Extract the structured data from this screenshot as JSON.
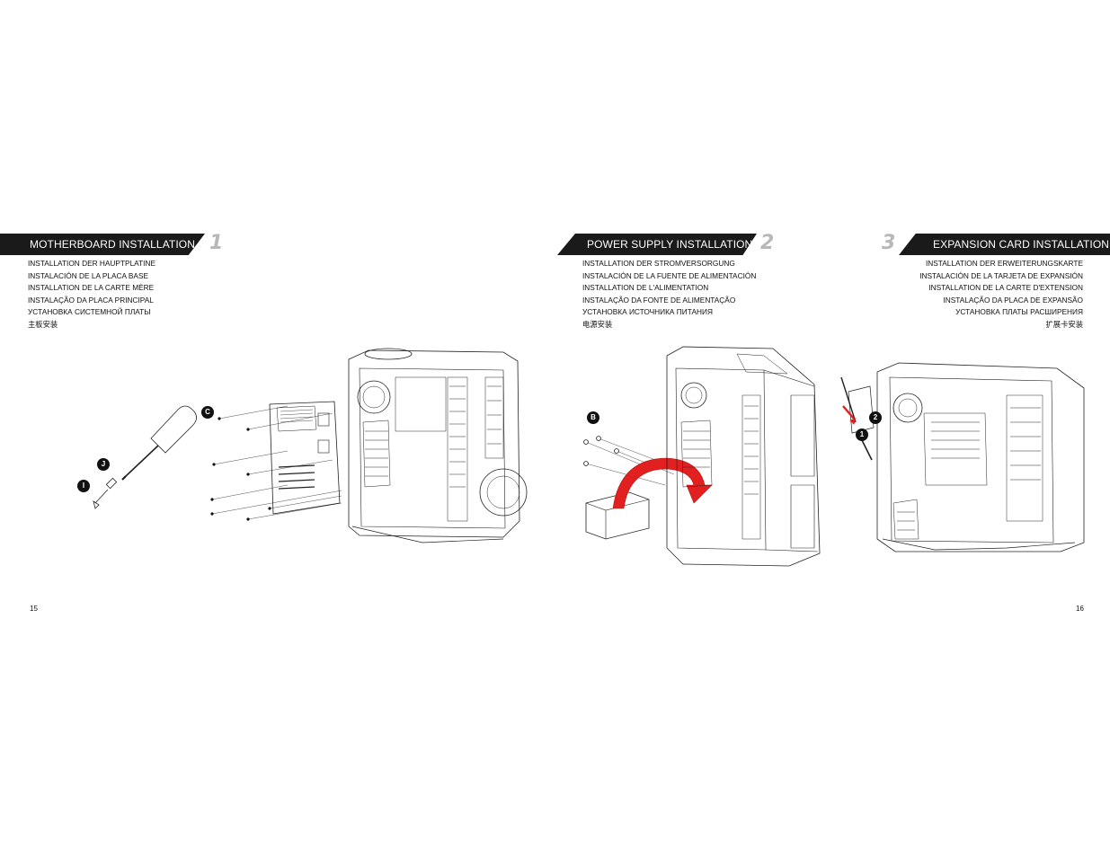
{
  "sections": [
    {
      "title": "MOTHERBOARD INSTALLATION",
      "step": "1",
      "languages": [
        "INSTALLATION DER HAUPTPLATINE",
        "INSTALACIÓN DE LA PLACA BASE",
        "INSTALLATION DE LA CARTE MÈRE",
        "INSTALAÇÃO DA PLACA PRINCIPAL",
        "УСТАНОВКА СИСТЕМНОЙ ПЛАТЫ",
        "主板安装"
      ]
    },
    {
      "title": "POWER SUPPLY INSTALLATION",
      "step": "2",
      "languages": [
        "INSTALLATION DER STROMVERSORGUNG",
        "INSTALACIÓN DE LA FUENTE DE ALIMENTACIÓN",
        "INSTALLATION DE L'ALIMENTATION",
        "INSTALAÇÃO DA FONTE DE ALIMENTAÇÃO",
        "УСТАНОВКА ИСТОЧНИКА ПИТАНИЯ",
        "电源安装"
      ]
    },
    {
      "title": "EXPANSION CARD INSTALLATION",
      "step": "3",
      "languages": [
        "INSTALLATION DER ERWEITERUNGSKARTE",
        "INSTALACIÓN DE LA TARJETA DE EXPANSIÓN",
        "INSTALLATION DE LA CARTE D'EXTENSION",
        "INSTALAÇÃO DA PLACA DE EXPANSÃO",
        "УСТАНОВКА ПЛАТЫ РАСШИРЕНИЯ",
        "扩展卡安装"
      ]
    }
  ],
  "callouts": {
    "screwdriver_i": "I",
    "screwdriver_j": "J",
    "motherboard_c": "C",
    "psu_b": "B",
    "card_1": "1",
    "card_2": "2"
  },
  "page_numbers": {
    "left": "15",
    "right": "16"
  },
  "colors": {
    "bar": "#1a1a1a",
    "step_number": "#b8b8b8",
    "arrow_red": "#e32020"
  }
}
